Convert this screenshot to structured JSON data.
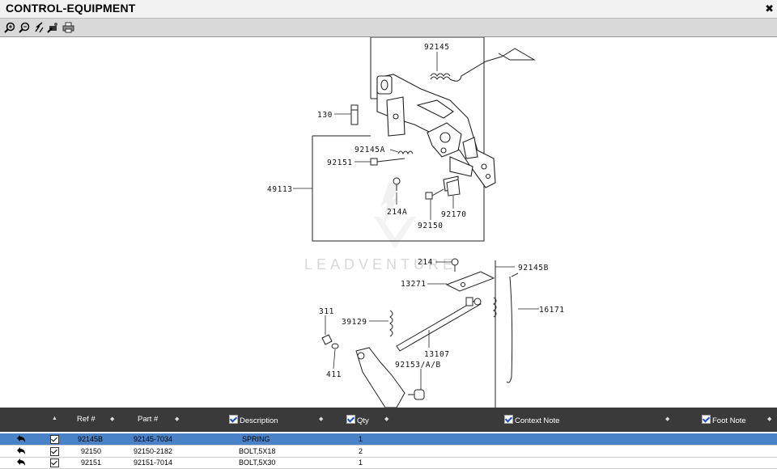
{
  "window": {
    "title": "CONTROL-EQUIPMENT"
  },
  "toolbar": {
    "buttons": [
      "zoom-in-icon",
      "zoom-out-icon",
      "fit-icon",
      "tools-icon",
      "print-icon"
    ]
  },
  "diagram": {
    "watermark": "LEADVENTURE",
    "callouts": [
      "92145",
      "130",
      "92145A",
      "92151",
      "49113",
      "214A",
      "92170",
      "92150",
      "214",
      "13271",
      "92145B",
      "16171",
      "311",
      "39129",
      "13107",
      "92153/A/B",
      "411"
    ]
  },
  "grid": {
    "columns": {
      "ref": "Ref #",
      "part": "Part #",
      "description": "Description",
      "qty": "Qty",
      "context_note": "Context Note",
      "foot_note": "Foot Note"
    },
    "rows": [
      {
        "ref": "92145B",
        "part": "92145-7034",
        "description": "SPRING",
        "qty": "1",
        "selected": true
      },
      {
        "ref": "92150",
        "part": "92150-2182",
        "description": "BOLT,5X18",
        "qty": "2",
        "selected": false
      },
      {
        "ref": "92151",
        "part": "92151-7014",
        "description": "BOLT,5X30",
        "qty": "1",
        "selected": false
      }
    ]
  }
}
